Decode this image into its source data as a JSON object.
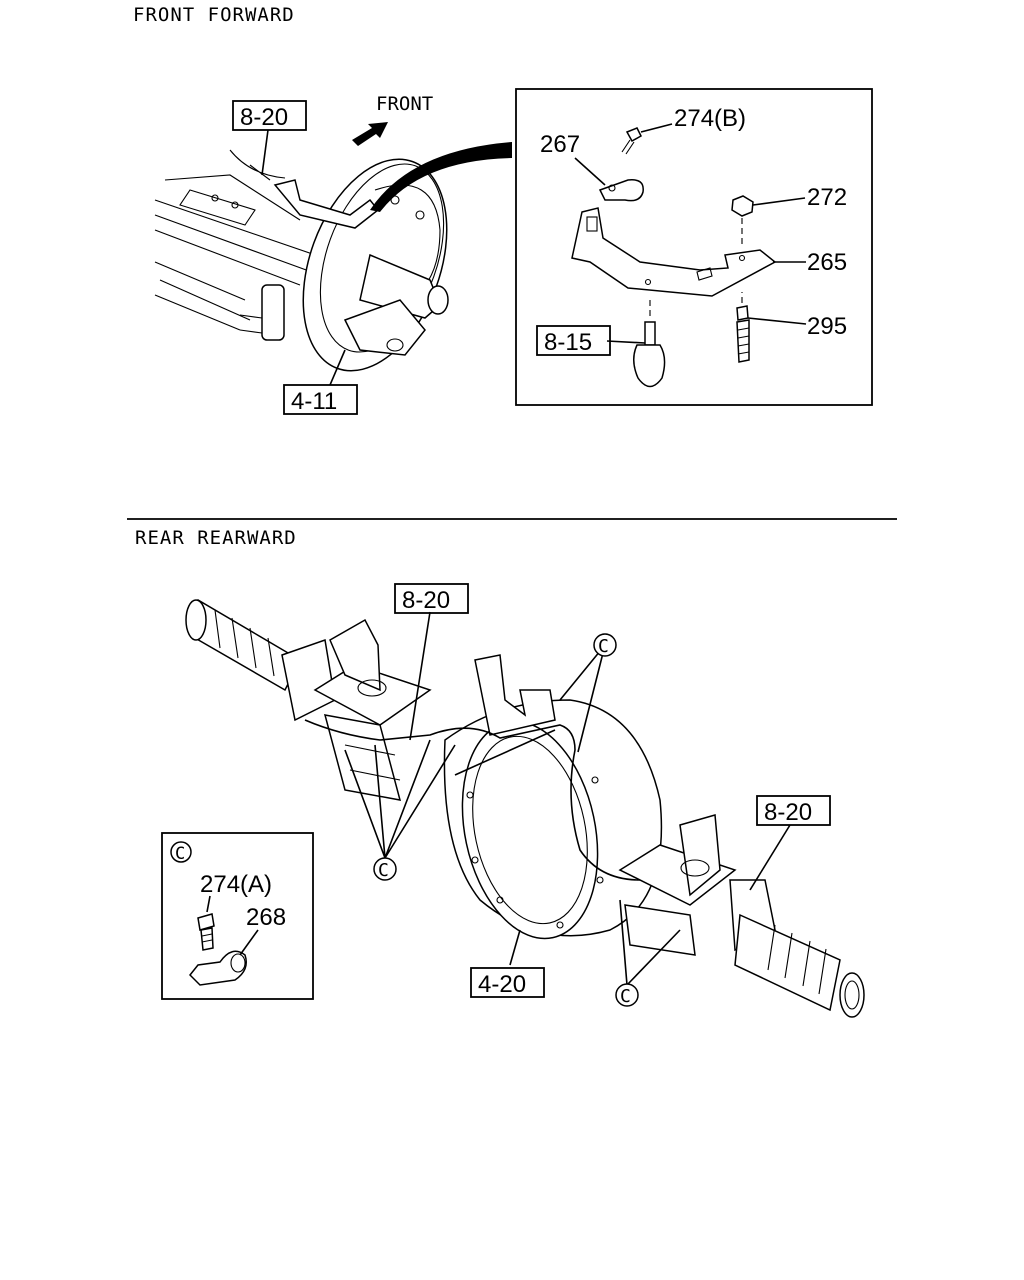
{
  "sections": {
    "front_title": "FRONT FORWARD",
    "rear_title": "REAR REARWARD"
  },
  "front": {
    "direction_label": "FRONT",
    "refs": {
      "ref_8_20": "8-20",
      "ref_4_11": "4-11",
      "ref_8_15": "8-15"
    },
    "parts": {
      "p274b": "274(B)",
      "p267": "267",
      "p272": "272",
      "p265": "265",
      "p295": "295"
    }
  },
  "rear": {
    "refs": {
      "ref_8_20_left": "8-20",
      "ref_8_20_right": "8-20",
      "ref_4_20": "4-20"
    },
    "callout": "C",
    "inset": {
      "marker": "C",
      "p274a": "274(A)",
      "p268": "268"
    }
  }
}
